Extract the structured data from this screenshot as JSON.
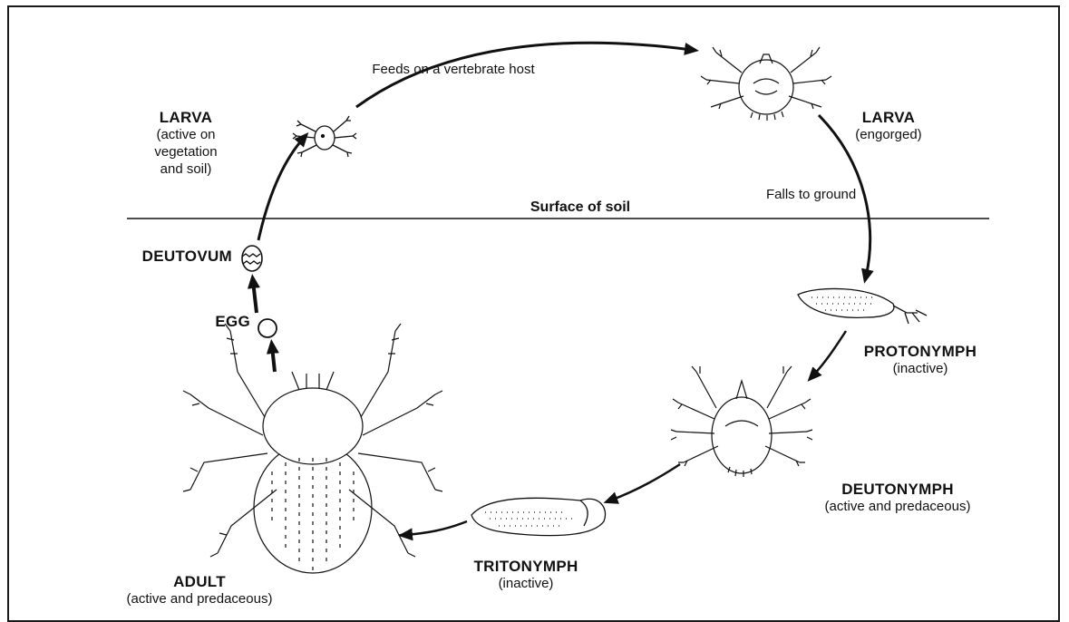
{
  "stages": {
    "larva_active": {
      "name": "LARVA",
      "note": "(active on\nvegetation\nand soil)"
    },
    "larva_engorged": {
      "name": "LARVA",
      "note": "(engorged)"
    },
    "protonymph": {
      "name": "PROTONYMPH",
      "note": "(inactive)"
    },
    "deutonymph": {
      "name": "DEUTONYMPH",
      "note": "(active and predaceous)"
    },
    "tritonymph": {
      "name": "TRITONYMPH",
      "note": "(inactive)"
    },
    "adult": {
      "name": "ADULT",
      "note": "(active and predaceous)"
    },
    "egg": {
      "name": "EGG"
    },
    "deutovum": {
      "name": "DEUTOVUM"
    }
  },
  "transitions": {
    "host": "Feeds on a vertebrate host",
    "falls": "Falls to ground"
  },
  "soil_line": "Surface of soil",
  "colors": {
    "ink": "#111111",
    "background": "#ffffff",
    "frame": "#1a1a1a"
  }
}
